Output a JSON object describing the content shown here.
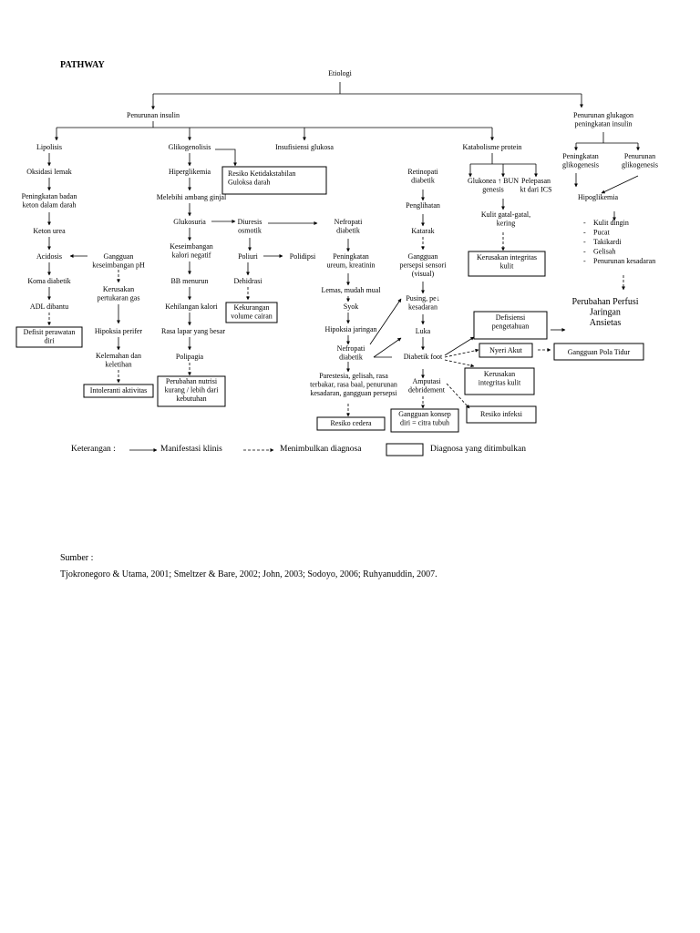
{
  "title": "PATHWAY",
  "nodes": {
    "etiologi": "Etiologi",
    "penurunan_insulin": "Penurunan insulin",
    "penurunan_glukagon": [
      "Penurunan glukagon",
      "peningkatan insulin"
    ],
    "lipolisis": "Lipolisis",
    "glikogenolisis": "Glikogenolisis",
    "insufisiensi": "Insufisiensi glukosa",
    "katabolisme": "Katabolisme protein",
    "peningkatan_glikogenesis": [
      "Peningkatan",
      "glikogenesis"
    ],
    "penurunan_glikogenesis": [
      "Penurunan",
      "glikogenesis"
    ],
    "oksidasi": "Oksidasi lemak",
    "peningkatan_badan_keton": [
      "Peningkatan badan",
      "keton dalam darah"
    ],
    "keton_urea": "Keton urea",
    "acidosis": "Acidosis",
    "gangguan_ph": [
      "Gangguan",
      "keseimbangan pH"
    ],
    "koma": "Koma diabetik",
    "kerusakan_gas": [
      "Kerusakan",
      "pertukaran gas"
    ],
    "adl": "ADL dibantu",
    "defisit": [
      "Defisit perawatan",
      "diri"
    ],
    "hipoksia_perifer": "Hipoksia perifer",
    "kelemahan": [
      "Kelemahan dan",
      "keletihan"
    ],
    "intoleransi": "Intoleranti aktivitas",
    "hiperglikemia": "Hiperglikemia",
    "resiko_ketidakstabilan": [
      "Resiko Ketidakstabilan",
      "Guloksa darah"
    ],
    "melebihi": "Melebihi ambang ginjal",
    "glukosuria": "Glukosuria",
    "diuresis": [
      "Diuresis",
      "osmotik"
    ],
    "keseimbangan_kalori": [
      "Keseimbangan",
      "kalori negatif"
    ],
    "poliuri": "Poliuri",
    "polidipsi": "Polidipsi",
    "bb_menurun": "BB menurun",
    "dehidrasi": "Dehidrasi",
    "kehilangan_kalori": "Kehilangan kalori",
    "kekurangan_cairan": [
      "Kekurangan",
      "volume cairan"
    ],
    "rasa_lapar": "Rasa lapar yang besar",
    "polipagia": "Polipagia",
    "perubahan_nutrisi": [
      "Perubahan nutrisi",
      "kurang / lebih dari",
      "kebutuhan"
    ],
    "nefropati1": [
      "Nefropati",
      "diabetik"
    ],
    "peningkatan_ureum": [
      "Peningkatan",
      "ureum, kreatinin"
    ],
    "lemas": "Lemas, mudah mual",
    "syok": "Syok",
    "hipoksia_jaringan": "Hipoksia jaringan",
    "nefropati2": [
      "Nefropati",
      "diabetik"
    ],
    "parestesia": [
      "Parestesia, gelisah, rasa",
      "terbakar, rasa baal, penurunan",
      "kesadaran, gangguan persepsi"
    ],
    "resiko_cedera": "Resiko cedera",
    "retinopati": [
      "Retinopati",
      "diabetik"
    ],
    "penglihatan": "Penglihatan",
    "katarak": "Katarak",
    "gangguan_persepsi": [
      "Gangguan",
      "persepsi sensori",
      "(visual)"
    ],
    "pusing": [
      "Pusing, pe↓",
      "kesadaran"
    ],
    "luka": "Luka",
    "diabetic_foot": "Diabetik foot",
    "amputasi": [
      "Amputasi",
      "debridement"
    ],
    "gangguan_konsep": [
      "Gangguan konsep",
      "diri = citra tubuh"
    ],
    "glukonea": [
      "Glukonea ↑ BUN",
      "genesis"
    ],
    "pelepasan": [
      "Pelepasan",
      "kt dari ICS"
    ],
    "kulit_gatal": [
      "Kulit gatal-gatal,",
      "kering"
    ],
    "kerusakan_integritas1": [
      "Kerusakan integritas",
      "kulit"
    ],
    "defisiensi": [
      "Defisiensi",
      "pengetahuan"
    ],
    "nyeri": "Nyeri Akut",
    "gangguan_tidur": "Gangguan Pola Tidur",
    "kerusakan_integritas2": [
      "Kerusakan",
      "integritas kulit"
    ],
    "resiko_infeksi": "Resiko infeksi",
    "hipoglikemia": "Hipoglikemia",
    "gejala": [
      "Kulit dingin",
      "Pucat",
      "Takikardi",
      "Gelisah",
      "Penurunan kesadaran"
    ],
    "perubahan_perfusi": [
      "Perubahan Perfusi",
      "Jaringan",
      "Ansietas"
    ]
  },
  "legend": {
    "label": "Keterangan :",
    "solid": "Manifestasi klinis",
    "dashed": "Menimbulkan diagnosa",
    "box": "Diagnosa yang ditimbulkan"
  },
  "source": {
    "label": "Sumber :",
    "citation": "Tjokronegoro & Utama, 2001; Smeltzer & Bare, 2002; John, 2003; Sodoyo, 2006;  Ruhyanuddin, 2007."
  }
}
